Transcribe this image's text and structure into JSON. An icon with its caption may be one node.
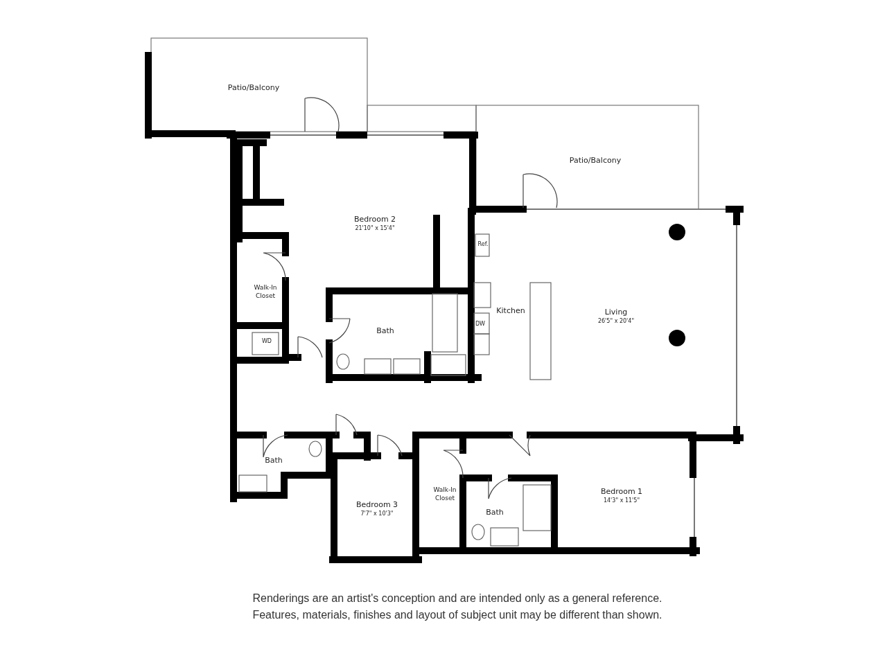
{
  "diagram": {
    "caption": "Renderings are an artist's conception and are intended only as a general reference. Features, materials, finishes and layout of subject unit may be different than shown.",
    "nodes": [
      {
        "text": [
          "Patio/Balcony"
        ]
      },
      {
        "text": [
          "Patio/Balcony"
        ]
      },
      {
        "text": [
          "Bedroom 2",
          "21'10\" x 15'4\""
        ]
      },
      {
        "text": [
          "Walk-In Closet"
        ]
      },
      {
        "text": [
          "Bath"
        ]
      },
      {
        "text": [
          "Kitchen"
        ]
      },
      {
        "text": [
          "Living",
          "26'5\" x 20'4\""
        ]
      },
      {
        "text": [
          "Bath"
        ]
      },
      {
        "text": [
          "Bedroom 3",
          "7'7\" x 10'3\""
        ]
      },
      {
        "text": [
          "Walk-In Closet"
        ]
      },
      {
        "text": [
          "Bath"
        ]
      },
      {
        "text": [
          "Bedroom 1",
          "14'3\" x 11'5\""
        ]
      }
    ],
    "edges": [],
    "labels": [
      "WD",
      "Ref.",
      "DW"
    ]
  }
}
